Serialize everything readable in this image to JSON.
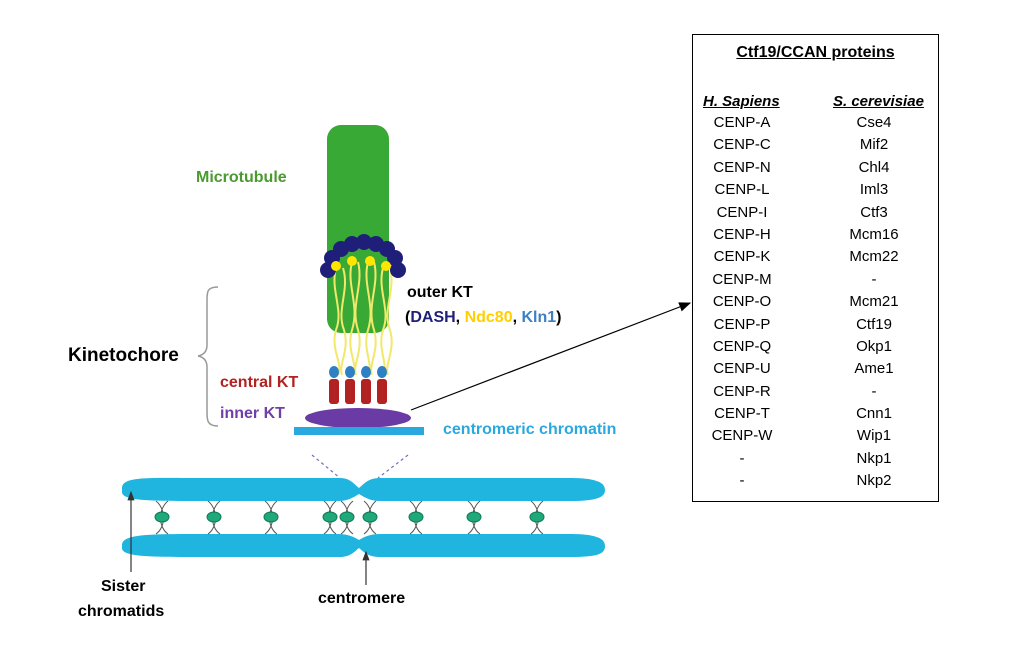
{
  "labels": {
    "microtubule": "Microtubule",
    "outer_kt": "outer KT",
    "paren_open": "(",
    "dash": "DASH",
    "comma1": ", ",
    "ndc80": "Ndc80",
    "comma2": ", ",
    "kln1": "Kln1",
    "paren_close": ")",
    "kinetochore": "Kinetochore",
    "central_kt": "central KT",
    "inner_kt": "inner KT",
    "centromeric_chromatin": "centromeric chromatin",
    "sister_chromatids_line1": "Sister",
    "sister_chromatids_line2": "chromatids",
    "centromere": "centromere"
  },
  "colors": {
    "microtubule": "#39a935",
    "dash": "#1f1f7a",
    "ndc80": "#ffd700",
    "kln1": "#3b7fc4",
    "central_kt": "#b22222",
    "inner_kt": "#6a3aa5",
    "chromatin": "#2aa9e0",
    "chromatid": "#1fb5df",
    "cohesin": "#1fa97a"
  },
  "table": {
    "title": "Ctf19/CCAN proteins",
    "col_human": "H. Sapiens",
    "col_yeast": "S. cerevisiae",
    "rows": [
      {
        "human": "CENP-A",
        "yeast": "Cse4"
      },
      {
        "human": "CENP-C",
        "yeast": "Mif2"
      },
      {
        "human": "CENP-N",
        "yeast": "Chl4"
      },
      {
        "human": "CENP-L",
        "yeast": "Iml3"
      },
      {
        "human": "CENP-I",
        "yeast": "Ctf3"
      },
      {
        "human": "CENP-H",
        "yeast": "Mcm16"
      },
      {
        "human": "CENP-K",
        "yeast": "Mcm22"
      },
      {
        "human": "CENP-M",
        "yeast": "-"
      },
      {
        "human": "CENP-O",
        "yeast": "Mcm21"
      },
      {
        "human": "CENP-P",
        "yeast": "Ctf19"
      },
      {
        "human": "CENP-Q",
        "yeast": "Okp1"
      },
      {
        "human": "CENP-U",
        "yeast": "Ame1"
      },
      {
        "human": "CENP-R",
        "yeast": "-"
      },
      {
        "human": "CENP-T",
        "yeast": "Cnn1"
      },
      {
        "human": "CENP-W",
        "yeast": "Wip1"
      },
      {
        "human": "-",
        "yeast": "Nkp1"
      },
      {
        "human": "-",
        "yeast": "Nkp2"
      }
    ]
  }
}
